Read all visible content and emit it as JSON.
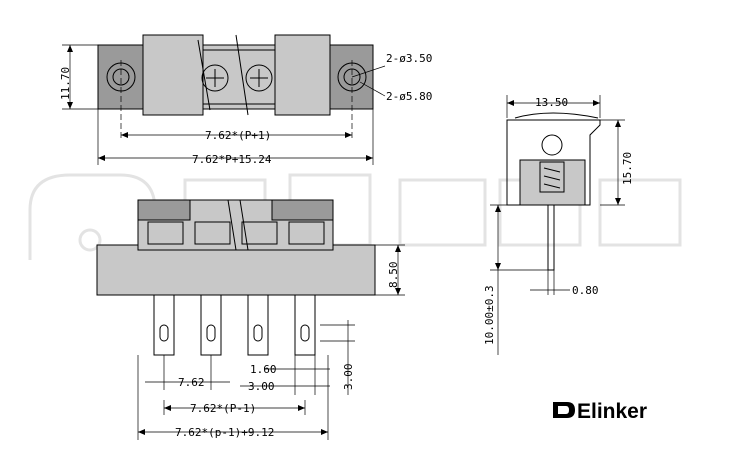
{
  "dimensions": {
    "top_height": "11.70",
    "hole_small": "2-ø3.50",
    "hole_large": "2-ø5.80",
    "pitch_p1": "7.62*(P+1)",
    "total_width": "7.62*P+15.24",
    "side_width": "13.50",
    "side_height": "15.70",
    "front_height": "8.50",
    "pin_length": "10.00±0.3",
    "pin_thickness": "0.80",
    "pin_width": "1.60",
    "pin_pitch": "7.62",
    "slot_width": "3.00",
    "slot_height": "3.00",
    "pitch_pm1": "7.62*(P-1)",
    "overall_pin": "7.62*(p-1)+9.12"
  },
  "logo": {
    "text": "Elinker"
  },
  "colors": {
    "body": "#c8c8c8",
    "body_dark": "#9a9a9a",
    "watermark": "#e3e3e3",
    "line": "#000000"
  }
}
